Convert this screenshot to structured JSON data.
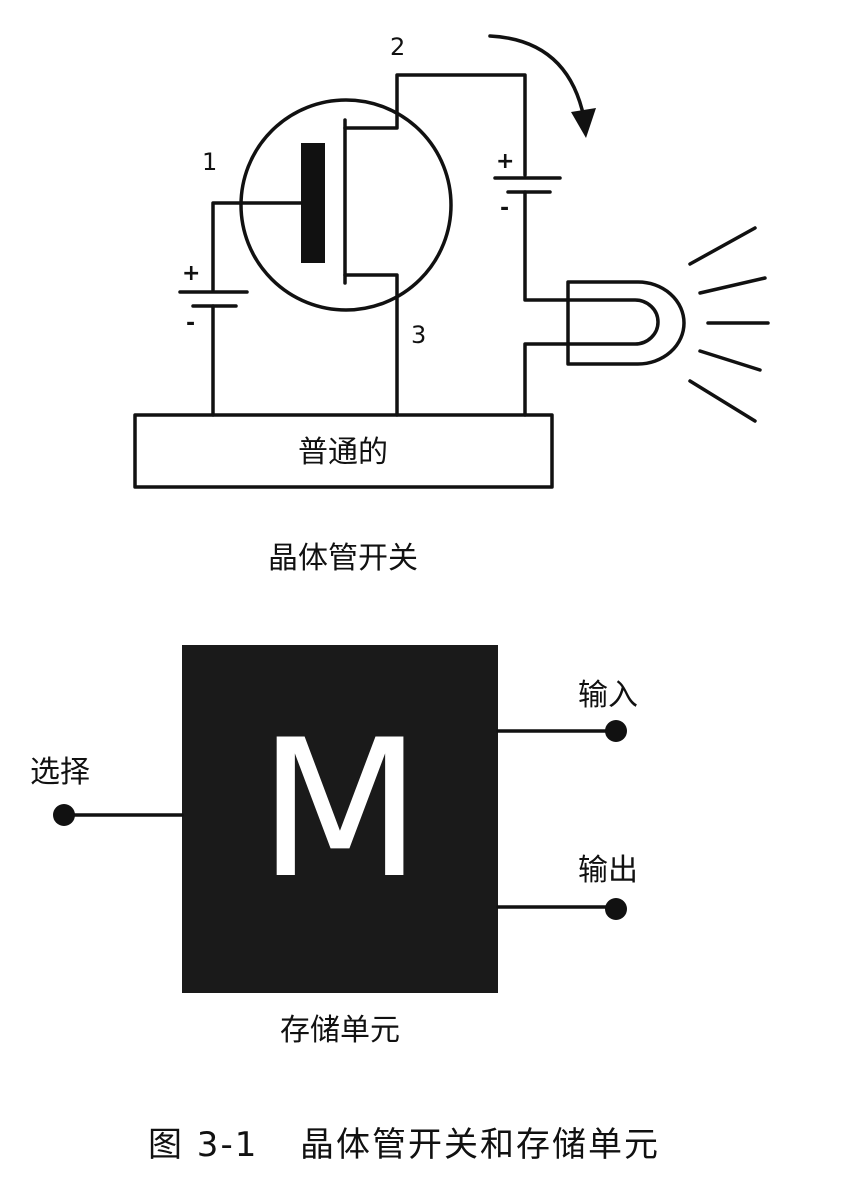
{
  "transistor_switch": {
    "terminal_labels": [
      "1",
      "2",
      "3"
    ],
    "battery_left": {
      "plus": "+",
      "minus": "-"
    },
    "battery_right": {
      "plus": "+",
      "minus": "-"
    },
    "base_label": "普通的",
    "title": "晶体管开关"
  },
  "memory_cell": {
    "letter": "M",
    "select_label": "选择",
    "input_label": "输入",
    "output_label": "输出",
    "title": "存储单元"
  },
  "caption": {
    "number": "图 3-1",
    "text": "晶体管开关和存储单元"
  },
  "colors": {
    "ink": "#111111",
    "block_fill": "#1a1a1a",
    "background": "#ffffff"
  }
}
